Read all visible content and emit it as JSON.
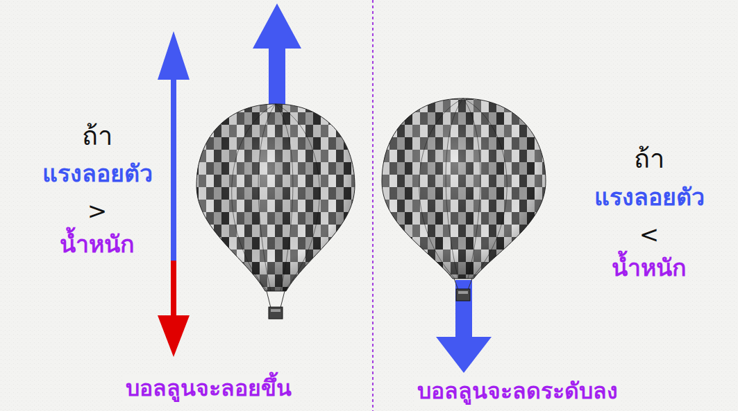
{
  "diagram": {
    "labels": [
      "ถ้า",
      "แรงลอยตัว",
      ">",
      "น้ำหนัก",
      "บอลลูนจะลอยขึ้น",
      "ถ้า",
      "แรงลอยตัว",
      "<",
      "น้ำหนัก",
      "บอลลูนจะลดระดับลง"
    ]
  }
}
